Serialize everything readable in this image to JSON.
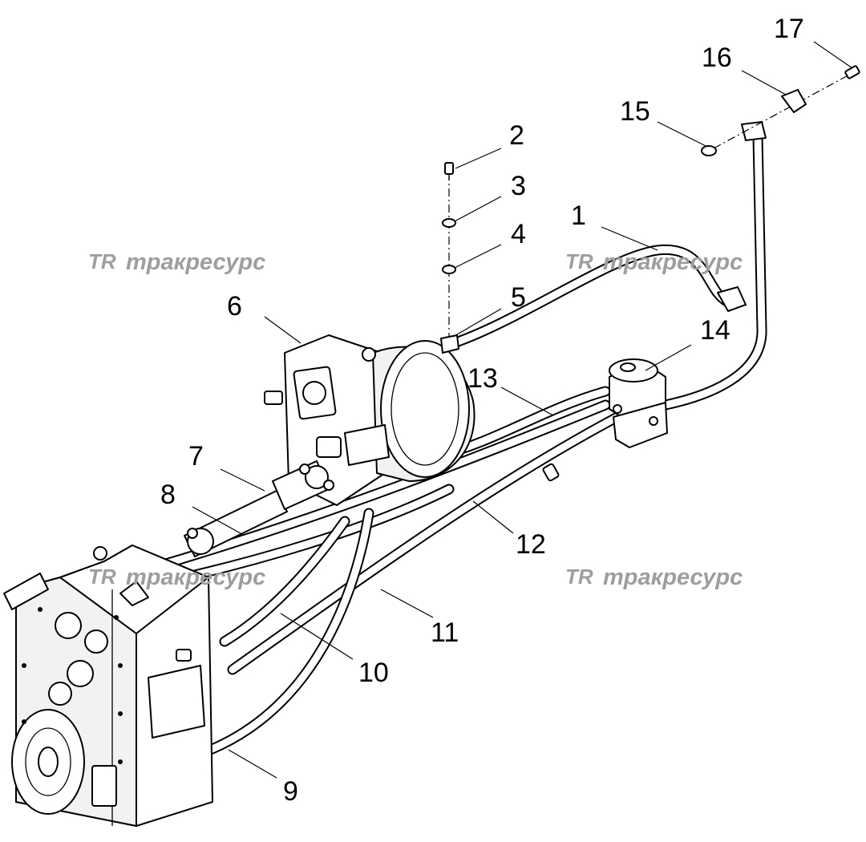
{
  "diagram": {
    "callouts": [
      "1",
      "2",
      "3",
      "4",
      "5",
      "6",
      "7",
      "8",
      "9",
      "10",
      "11",
      "12",
      "13",
      "14",
      "15",
      "16",
      "17"
    ],
    "watermark": {
      "logo": "TR",
      "text": "тракресурс"
    },
    "colors": {
      "line": "#000000",
      "background": "#ffffff",
      "watermark": "#9e9e9e"
    }
  }
}
